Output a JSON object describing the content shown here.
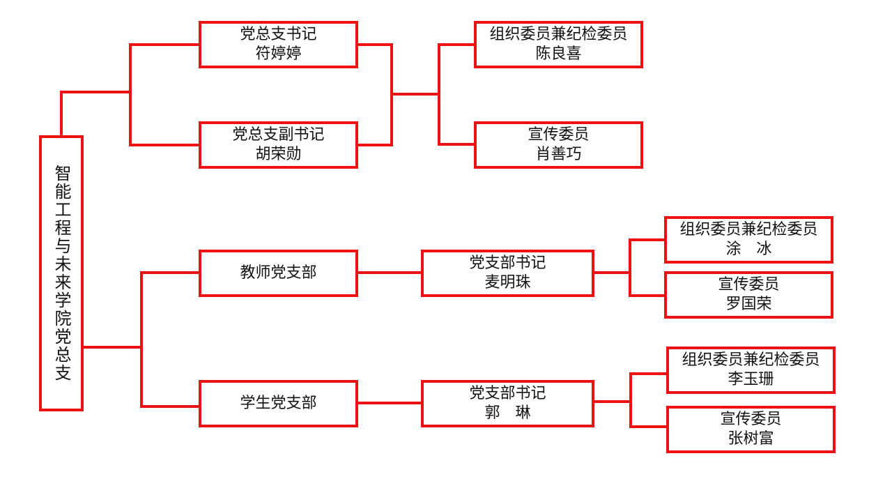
{
  "colors": {
    "line": "#ee1111",
    "border": "#ee1111",
    "text": "#111111",
    "background": "#ffffff"
  },
  "root": {
    "label": "智能工程与未来学院党总支"
  },
  "nodes": {
    "general_secretary": {
      "title": "党总支书记",
      "name": "符婷婷"
    },
    "deputy_secretary": {
      "title": "党总支副书记",
      "name": "胡荣勋"
    },
    "org_member_top": {
      "title": "组织委员兼纪检委员",
      "name": "陈良喜"
    },
    "propaganda_top": {
      "title": "宣传委员",
      "name": "肖善巧"
    },
    "teacher_branch": {
      "title": "教师党支部"
    },
    "teacher_branch_secretary": {
      "title": "党支部书记",
      "name": "麦明珠"
    },
    "teacher_org_member": {
      "title": "组织委员兼纪检委员",
      "name": "涂　冰"
    },
    "teacher_propaganda": {
      "title": "宣传委员",
      "name": "罗国荣"
    },
    "student_branch": {
      "title": "学生党支部"
    },
    "student_branch_secretary": {
      "title": "党支部书记",
      "name": "郭　琳"
    },
    "student_org_member": {
      "title": "组织委员兼纪检委员",
      "name": "李玉珊"
    },
    "student_propaganda": {
      "title": "宣传委员",
      "name": "张树富"
    }
  }
}
